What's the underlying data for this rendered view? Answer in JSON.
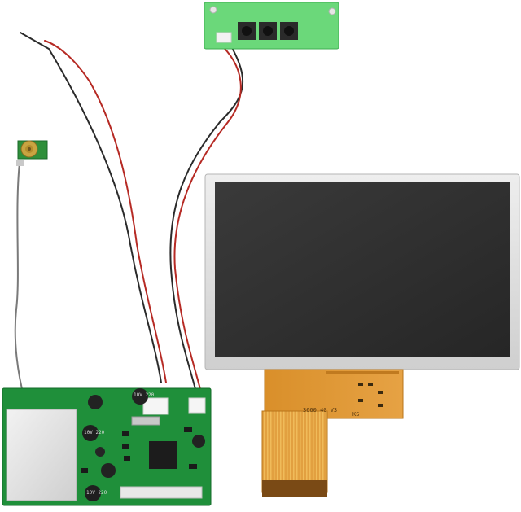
{
  "photo": {
    "subject_parts": [
      {
        "id": "lcd",
        "label_text": "",
        "colors": {
          "frame": "#d9d9d9",
          "panel": "#2f2f2f"
        }
      },
      {
        "id": "flex",
        "label_text": "3660 40 V3",
        "small_mark": "KS"
      },
      {
        "id": "button_board",
        "label_text": ""
      },
      {
        "id": "main_board",
        "cap_labels": [
          "10V 220",
          "10V 220",
          "10V 220"
        ],
        "colors": {
          "pcb": "#1f8f3a"
        }
      },
      {
        "id": "antenna",
        "label_text": ""
      }
    ]
  }
}
